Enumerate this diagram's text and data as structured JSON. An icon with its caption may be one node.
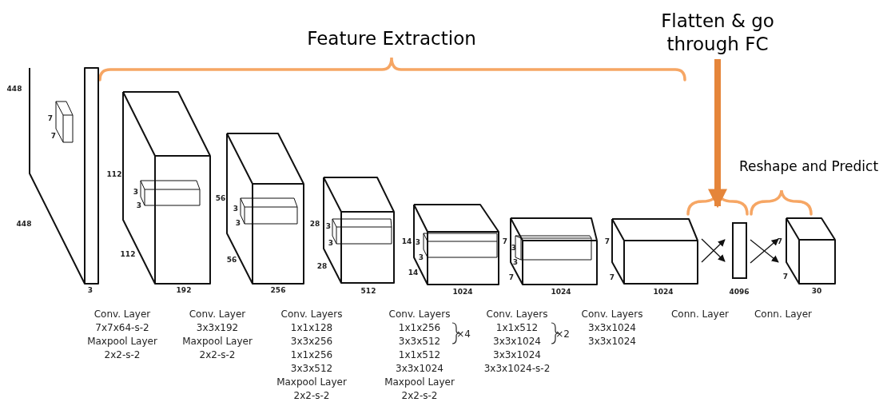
{
  "diagram": {
    "nodes": [
      {
        "text": [],
        "shape": "box",
        "beside": [
          "3"
        ]
      },
      {
        "text": [],
        "shape": "box",
        "beside": [
          "192"
        ]
      },
      {
        "text": [],
        "shape": "box",
        "beside": [
          "256"
        ]
      },
      {
        "text": [],
        "shape": "box",
        "beside": [
          "512"
        ]
      },
      {
        "text": [],
        "shape": "box",
        "beside": [
          "1024"
        ]
      },
      {
        "text": [],
        "shape": "box",
        "beside": [
          "1024"
        ]
      },
      {
        "text": [],
        "shape": "box",
        "beside": [
          "1024"
        ]
      },
      {
        "text": [],
        "shape": "bar",
        "beside": [
          "4096"
        ]
      },
      {
        "text": [],
        "shape": "box",
        "beside": [
          "30"
        ]
      },
      {
        "text": [
          "Flatten & go through FC"
        ]
      }
    ],
    "edges": [
      {
        "from": 9,
        "to": 7,
        "arrow": "to",
        "style": "thick",
        "color": "#e5853a"
      },
      {
        "from": 6,
        "to": 7,
        "arrow": "to"
      },
      {
        "from": 6,
        "to": 7,
        "arrow": "to"
      },
      {
        "from": 7,
        "to": 8,
        "arrow": "to"
      },
      {
        "from": 7,
        "to": 8,
        "arrow": "to"
      }
    ],
    "labels": [
      "Feature Extraction",
      "Reshape and Predict",
      "448",
      "7",
      "7",
      "448",
      "112",
      "3",
      "3",
      "112",
      "56",
      "3",
      "3",
      "56",
      "28",
      "3",
      "3",
      "28",
      "14",
      "3",
      "3",
      "14",
      "7",
      "3",
      "3",
      "7",
      "7",
      "7",
      "7",
      "7",
      "Conv. Layer",
      "7x7x64-s-2",
      "Maxpool Layer",
      "2x2-s-2",
      "Conv. Layer",
      "3x3x192",
      "Maxpool Layer",
      "2x2-s-2",
      "Conv. Layers",
      "1x1x128",
      "3x3x256",
      "1x1x256",
      "3x3x512",
      "Maxpool Layer",
      "2x2-s-2",
      "Conv. Layers",
      "1x1x256",
      "3x3x512",
      "1x1x512",
      "3x3x1024",
      "Maxpool Layer",
      "2x2-s-2",
      "×4",
      "Conv. Layers",
      "1x1x512",
      "3x3x1024",
      "3x3x1024",
      "3x3x1024-s-2",
      "×2",
      "Conv. Layers",
      "3x3x1024",
      "3x3x1024",
      "Conn. Layer",
      "Conn. Layer"
    ]
  }
}
